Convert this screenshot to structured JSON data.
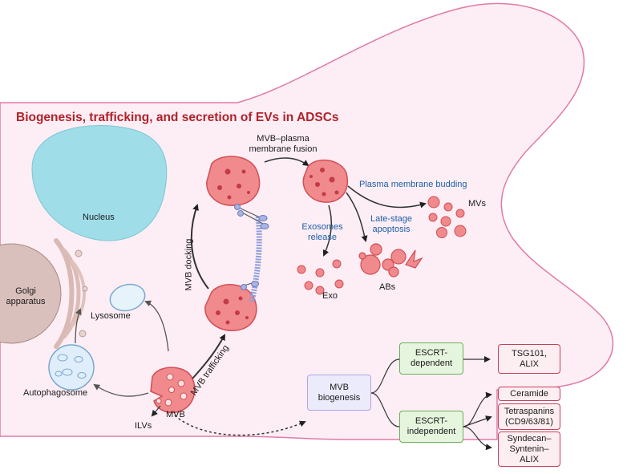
{
  "title": "Biogenesis, trafficking, and secretion of EVs in ADSCs",
  "labels": {
    "nucleus": "Nucleus",
    "golgi_line1": "Golgi",
    "golgi_line2": "apparatus",
    "lysosome": "Lysosome",
    "autophagosome": "Autophagosome",
    "ilvs": "ILVs",
    "mvb": "MVB",
    "mvb_trafficking": "MVB trafficking",
    "mvb_docking": "MVB docking",
    "fusion_line1": "MVB–plasma",
    "fusion_line2": "membrane fusion",
    "budding": "Plasma membrane budding",
    "mvs": "MVs",
    "exo_release_line1": "Exosomes",
    "exo_release_line2": "release",
    "apoptosis_line1": "Late-stage",
    "apoptosis_line2": "apoptosis",
    "exo": "Exo",
    "abs": "ABs"
  },
  "pathway": {
    "mvb_biogenesis_line1": "MVB",
    "mvb_biogenesis_line2": "biogenesis",
    "escrt_dep_line1": "ESCRT-",
    "escrt_dep_line2": "dependent",
    "escrt_indep_line1": "ESCRT-",
    "escrt_indep_line2": "independent",
    "tsg_line1": "TSG101,",
    "tsg_line2": "ALIX",
    "ceramide": "Ceramide",
    "tetra_line1": "Tetraspanins",
    "tetra_line2": "(CD9/63/81)",
    "syn_line1": "Syndecan–",
    "syn_line2": "Syntenin–",
    "syn_line3": "ALIX"
  },
  "colors": {
    "cell_fill": "#fdeef5",
    "cell_border": "#e27aa8",
    "title": "#b0222a",
    "vesicle": "#f08a8c",
    "vesicle_border": "#d24e57",
    "nucleus": "#9fdde8",
    "blue_label": "#1c5fa8",
    "green_box": "#e6f5de",
    "purple_box": "#ecebfb",
    "red_box": "#fdeef1"
  }
}
